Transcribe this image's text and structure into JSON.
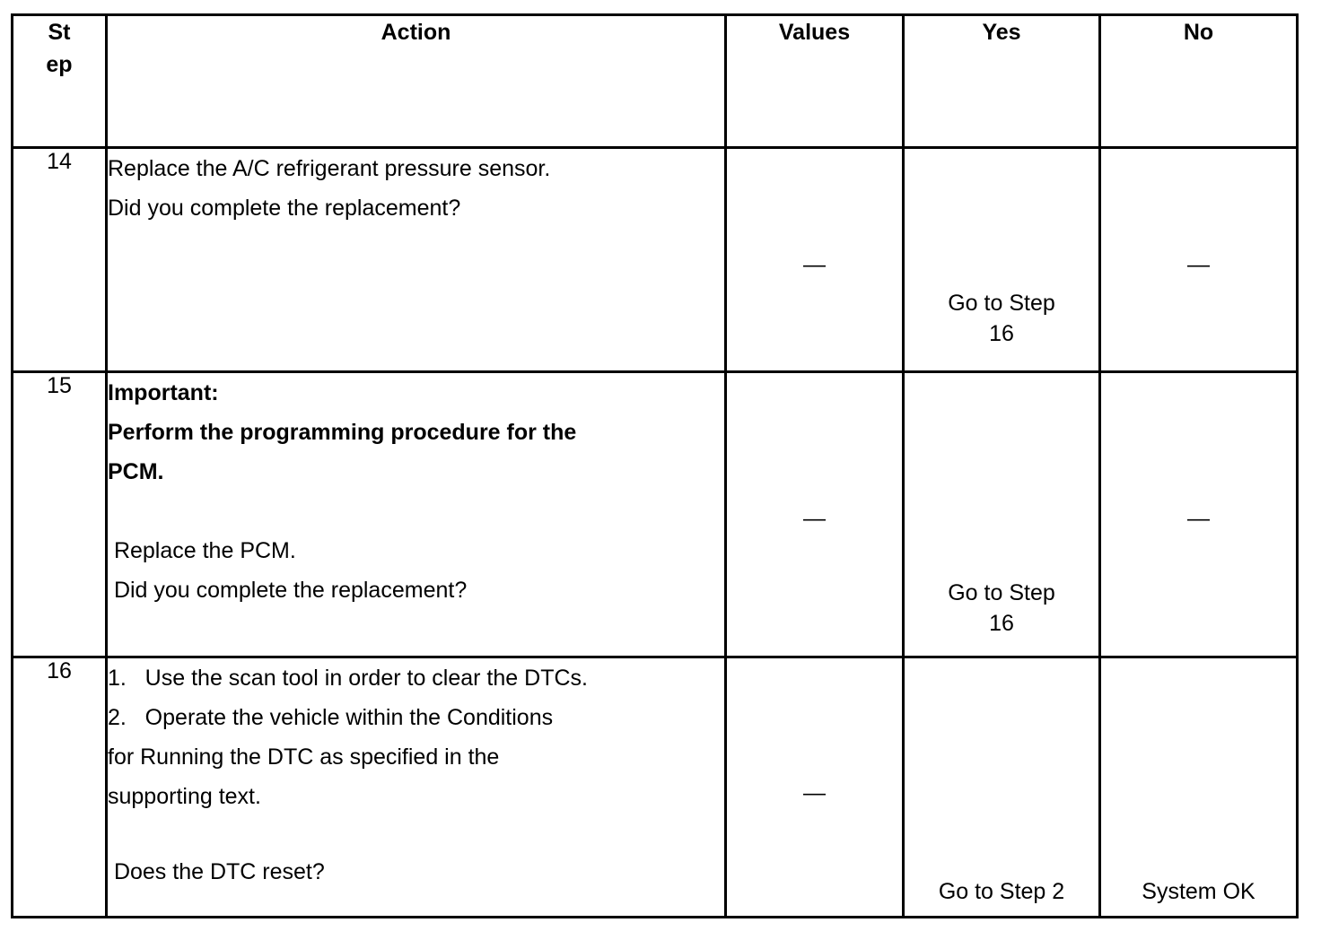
{
  "table": {
    "headers": {
      "step": [
        "St",
        "ep"
      ],
      "action": "Action",
      "values": "Values",
      "yes": "Yes",
      "no": "No"
    },
    "rows": [
      {
        "step": "14",
        "action_lines": [
          "Replace the A/C refrigerant pressure sensor.",
          "Did you complete the replacement?"
        ],
        "values": "—",
        "yes_lines": [
          "Go to Step",
          "16"
        ],
        "no": "—"
      },
      {
        "step": "15",
        "important_label": "Important:",
        "important_lines": [
          "Perform the programming procedure for the",
          "PCM."
        ],
        "action_lines": [
          " Replace the PCM.",
          " Did you complete the replacement?"
        ],
        "values": "—",
        "yes_lines": [
          "Go to Step",
          "16"
        ],
        "no": "—"
      },
      {
        "step": "16",
        "action_lines": [
          "1.   Use the scan tool in order to clear the DTCs.",
          "2.   Operate the vehicle within the Conditions",
          "for Running the DTC as specified in the",
          "supporting text."
        ],
        "question_line": " Does the DTC reset?",
        "values": "—",
        "yes_lines": [
          "Go to Step 2"
        ],
        "no": "System OK"
      }
    ]
  },
  "colors": {
    "border": "#000000",
    "text": "#000000",
    "background": "#ffffff"
  }
}
